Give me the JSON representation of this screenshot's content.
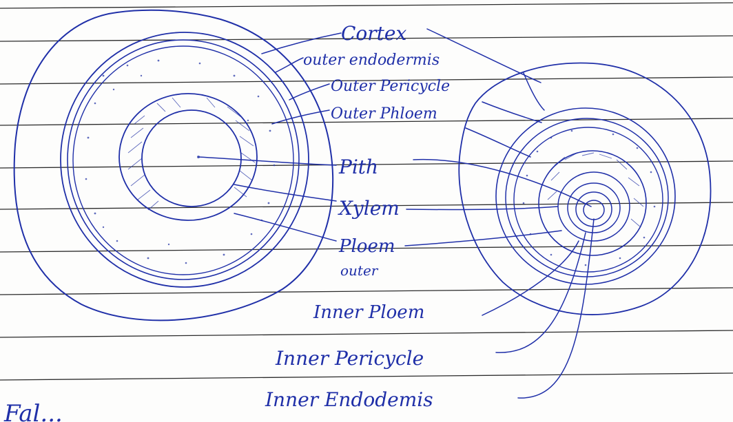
{
  "labels": {
    "cortex": "Cortex",
    "outer_endodermis": "outer endodermis",
    "outer_pericycle": "Outer Pericycle",
    "outer_phloem": "Outer Phloem",
    "pith": "Pith",
    "xylem": "Xylem",
    "ploem": "Ploem",
    "outer": "outer",
    "inner_ploem": "Inner Ploem",
    "inner_pericycle": "Inner Pericycle",
    "inner_endodermis": "Inner Endodemis"
  },
  "footer_fragment": "Fal...",
  "colors": {
    "ink": "#1f2fa8",
    "rule_lines": "#2b2b2b",
    "paper": "#fdfdfc"
  }
}
